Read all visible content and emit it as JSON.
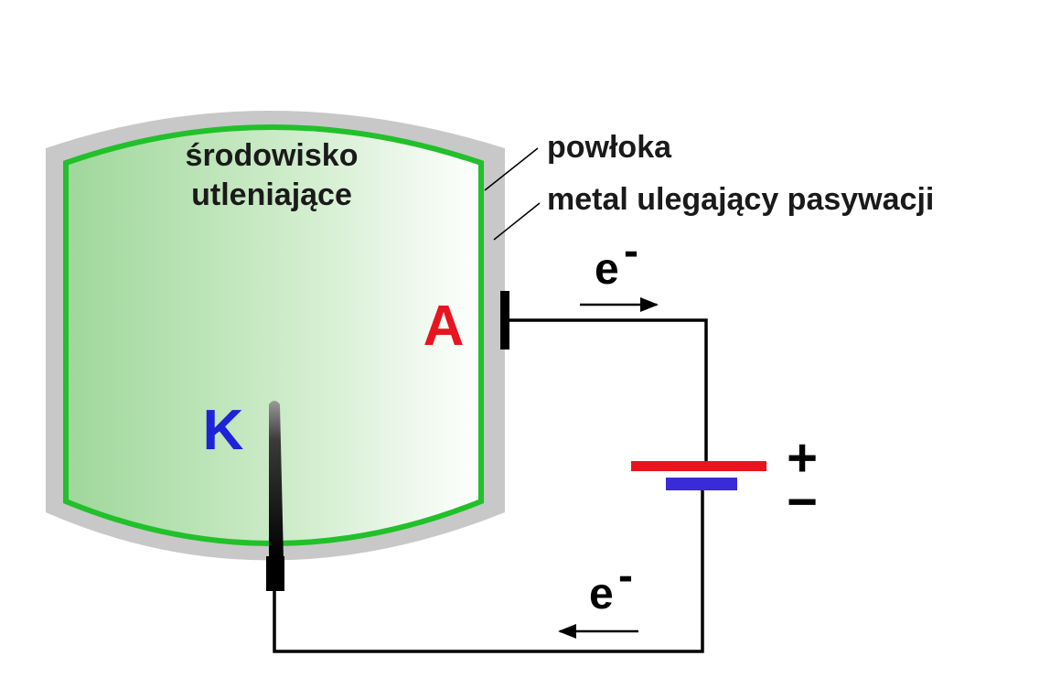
{
  "labels": {
    "environment_line1": "środowisko",
    "environment_line2": "utleniające",
    "coating": "powłoka",
    "passivating_metal": "metal ulegający pasywacji",
    "anode": "A",
    "cathode": "K",
    "electron_top": "e",
    "electron_bottom": "e",
    "electron_superscript": "-",
    "battery_plus": "+",
    "battery_minus": "−"
  },
  "colors": {
    "coating_gray": "#c8c8c8",
    "metal_green": "#22c02a",
    "anode_red": "#e8141e",
    "cathode_blue": "#1e22d8",
    "battery_positive": "#e8141e",
    "battery_negative": "#3a2ad8",
    "wire": "#000000"
  }
}
